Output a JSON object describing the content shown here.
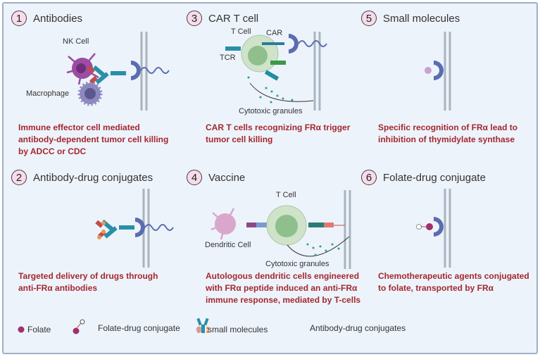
{
  "panels": [
    {
      "number": "1",
      "title": "Antibodies",
      "caption_lines": [
        "Immune effector cell mediated",
        "antibody-dependent tumor cell killing",
        "by ADCC or CDC"
      ],
      "labels": [
        "NK Cell",
        "Macrophage"
      ]
    },
    {
      "number": "2",
      "title": "Antibody-drug conjugates",
      "caption_lines": [
        "Targeted delivery of drugs through",
        "anti-FRα antibodies"
      ]
    },
    {
      "number": "3",
      "title": "CAR T cell",
      "caption_lines": [
        "CAR T cells recognizing  FRα trigger",
        "tumor cell killing"
      ],
      "labels": [
        "T Cell",
        "CAR",
        "TCR",
        "Cytotoxic granules"
      ]
    },
    {
      "number": "4",
      "title": "Vaccine",
      "caption_lines": [
        "Autologous dendritic cells engineered",
        "with FRα peptide induced an anti-FRα",
        "immune response, mediated by T-cells"
      ],
      "labels": [
        "T Cell",
        "Dendritic Cell",
        "Cytotoxic granules"
      ]
    },
    {
      "number": "5",
      "title": "Small molecules",
      "caption_lines": [
        "Specific recognition of FRα lead to",
        "inhibition of thymidylate synthase"
      ]
    },
    {
      "number": "6",
      "title": "Folate-drug conjugate",
      "caption_lines": [
        "Chemotherapeutic agents conjugated",
        "to folate, transported by FRα"
      ]
    }
  ],
  "legend": [
    {
      "icon": "folate-dot",
      "label": "Folate"
    },
    {
      "icon": "folate-drug-conjugate",
      "label": "Folate-drug conjugate"
    },
    {
      "icon": "small-molecule-dot",
      "label": "small molecules"
    },
    {
      "icon": "antibody-drug-conjugate",
      "label": "Antibody-drug conjugates"
    }
  ],
  "colors": {
    "background": "#edf3fb",
    "caption": "#a3282e",
    "badge": "#f7dcea",
    "receptor": "#5b6db0",
    "folate": "#a0306e"
  }
}
